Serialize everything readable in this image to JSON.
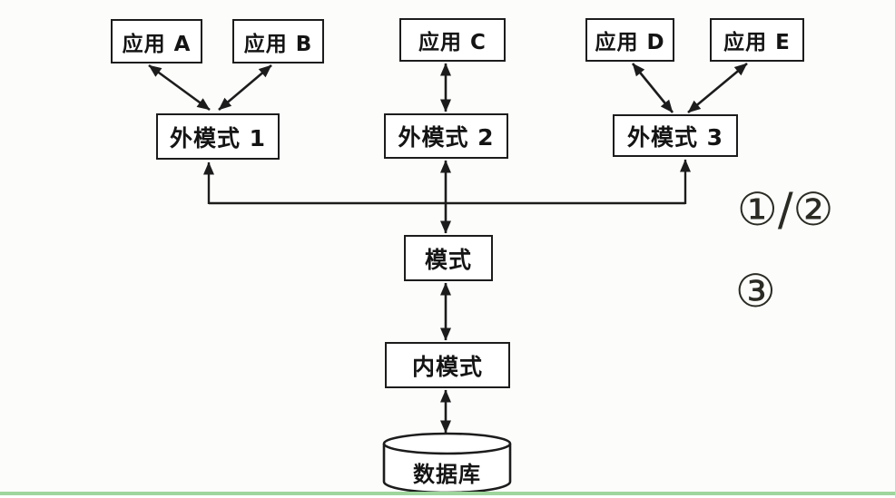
{
  "diagram": {
    "apps": [
      {
        "label": "应用 A"
      },
      {
        "label": "应用 B"
      },
      {
        "label": "应用 C"
      },
      {
        "label": "应用 D"
      },
      {
        "label": "应用 E"
      }
    ],
    "external_schemas": [
      {
        "label": "外模式 1"
      },
      {
        "label": "外模式 2"
      },
      {
        "label": "外模式 3"
      }
    ],
    "conceptual_schema": {
      "label": "模式"
    },
    "internal_schema": {
      "label": "内模式"
    },
    "database": {
      "label": "数据库"
    },
    "annotations": {
      "upper": "①/②",
      "lower": "③"
    },
    "colors": {
      "ink": "#1c1c1c",
      "box_fill": "#ffffff",
      "background": "#fcfcfb",
      "bottom_bar": "#9fd69d"
    }
  }
}
